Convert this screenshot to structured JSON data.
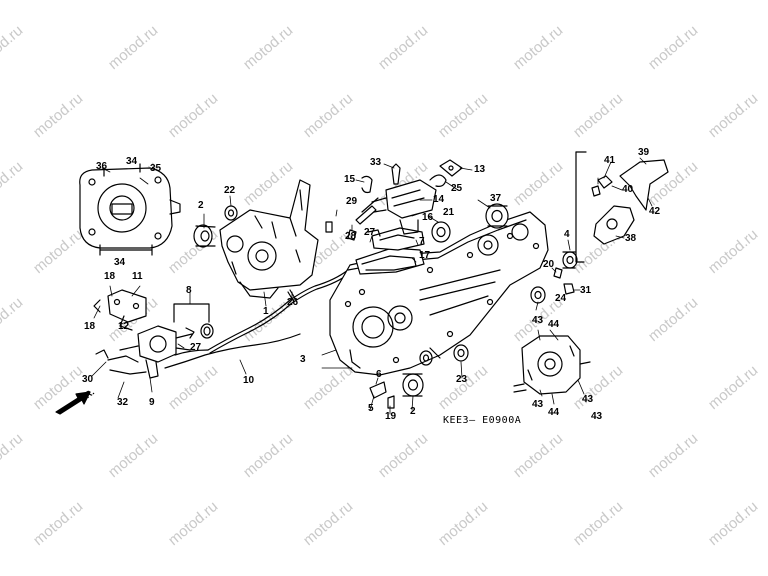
{
  "watermark": {
    "text": "motod.ru",
    "color": "#c9c9c9",
    "count": 54
  },
  "diagram_code": "KEE3— E0900A",
  "direction_label": "FR.",
  "callouts": [
    "36",
    "34",
    "35",
    "2",
    "22",
    "34",
    "18",
    "11",
    "18",
    "12",
    "8",
    "27",
    "30",
    "32",
    "9",
    "10",
    "1",
    "26",
    "29",
    "28",
    "27",
    "15",
    "33",
    "13",
    "25",
    "14",
    "16",
    "21",
    "37",
    "7",
    "17",
    "3",
    "6",
    "5",
    "19",
    "2",
    "23",
    "4",
    "20",
    "24",
    "31",
    "39",
    "41",
    "40",
    "42",
    "38",
    "43",
    "44",
    "43",
    "44",
    "43",
    "43"
  ],
  "line_color": "#000000",
  "background": "#ffffff"
}
